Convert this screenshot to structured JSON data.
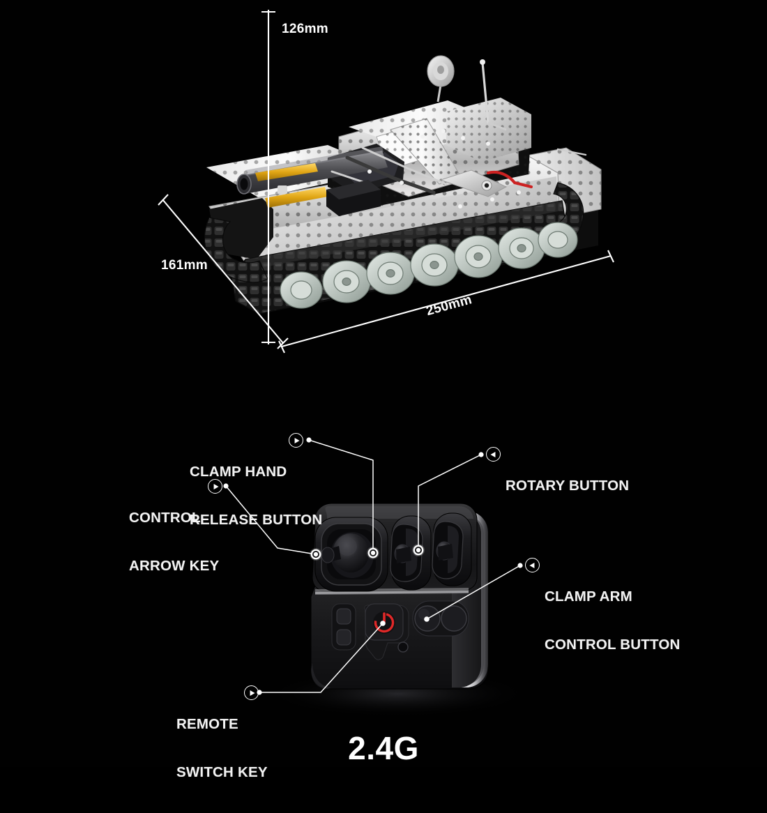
{
  "page": {
    "background": "#000000",
    "accent_text_color": "#ffffff",
    "power_icon_color": "#e02828"
  },
  "product": {
    "type": "stainless-steel RC tank model kit",
    "dimensions": {
      "height": "126mm",
      "width": "161mm",
      "length": "250mm"
    }
  },
  "dimension_labels": [
    {
      "id": "height",
      "text": "126mm"
    },
    {
      "id": "width",
      "text": "161mm"
    },
    {
      "id": "length",
      "text": "250mm"
    }
  ],
  "remote": {
    "frequency_label": "2.4G",
    "callouts": [
      {
        "id": "clamp-hand-release-button",
        "line1": "CLAMP HAND",
        "line2": "RELEASE BUTTON",
        "arrow": "right"
      },
      {
        "id": "control-arrow-key",
        "line1": "CONTROL",
        "line2": "ARROW KEY",
        "arrow": "right"
      },
      {
        "id": "rotary-button",
        "line1": "ROTARY BUTTON",
        "line2": "",
        "arrow": "left"
      },
      {
        "id": "clamp-arm-control-button",
        "line1": "CLAMP ARM",
        "line2": "CONTROL BUTTON",
        "arrow": "left"
      },
      {
        "id": "remote-switch-key",
        "line1": "REMOTE",
        "line2": "SWITCH KEY",
        "arrow": "right"
      }
    ]
  }
}
